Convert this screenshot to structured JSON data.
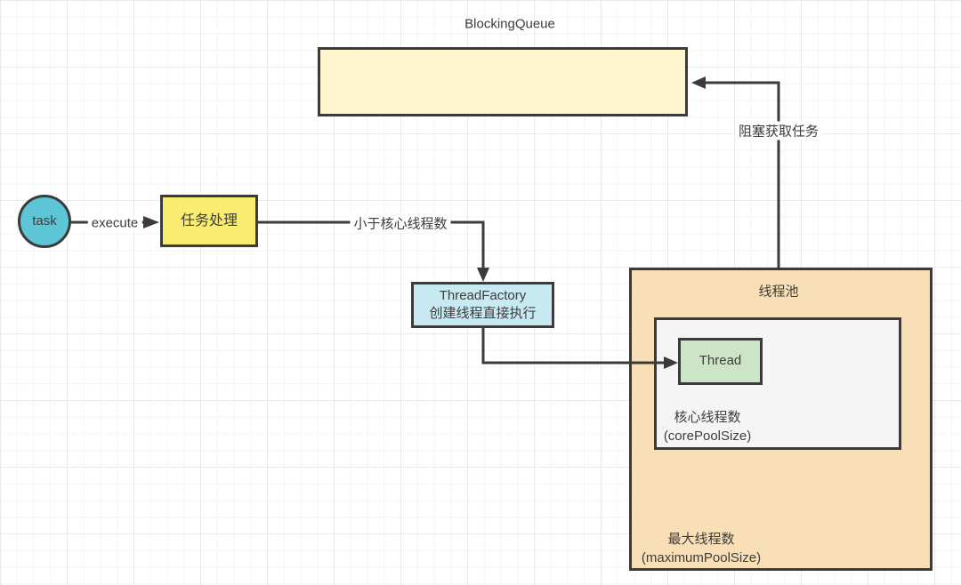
{
  "diagram": {
    "queue": {
      "title": "BlockingQueue"
    },
    "nodes": {
      "task": {
        "label": "task"
      },
      "task_processing": {
        "label": "任务处理"
      },
      "thread_factory": {
        "line1": "ThreadFactory",
        "line2": "创建线程直接执行"
      },
      "thread_pool": {
        "label": "线程池"
      },
      "core_area": {
        "line1": "核心线程数",
        "line2": "(corePoolSize)"
      },
      "thread": {
        "label": "Thread"
      },
      "max_area": {
        "line1": "最大线程数",
        "line2": "(maximumPoolSize)"
      }
    },
    "edges": {
      "execute": {
        "label": "execute"
      },
      "less_than_core": {
        "label": "小于核心线程数"
      },
      "blocking_take": {
        "label": "阻塞获取任务"
      }
    },
    "colors": {
      "stroke": "#3b3b3b",
      "text": "#3d3d3d",
      "blocking_queue_fill": "#fcf5cd",
      "task_fill": "#5cc6d6",
      "task_processing_fill": "#f8ed70",
      "thread_factory_fill": "#c7e9f1",
      "thread_pool_fill": "#f8dfb6",
      "core_area_fill": "#f5f5f5",
      "thread_fill": "#cce5c6"
    }
  }
}
